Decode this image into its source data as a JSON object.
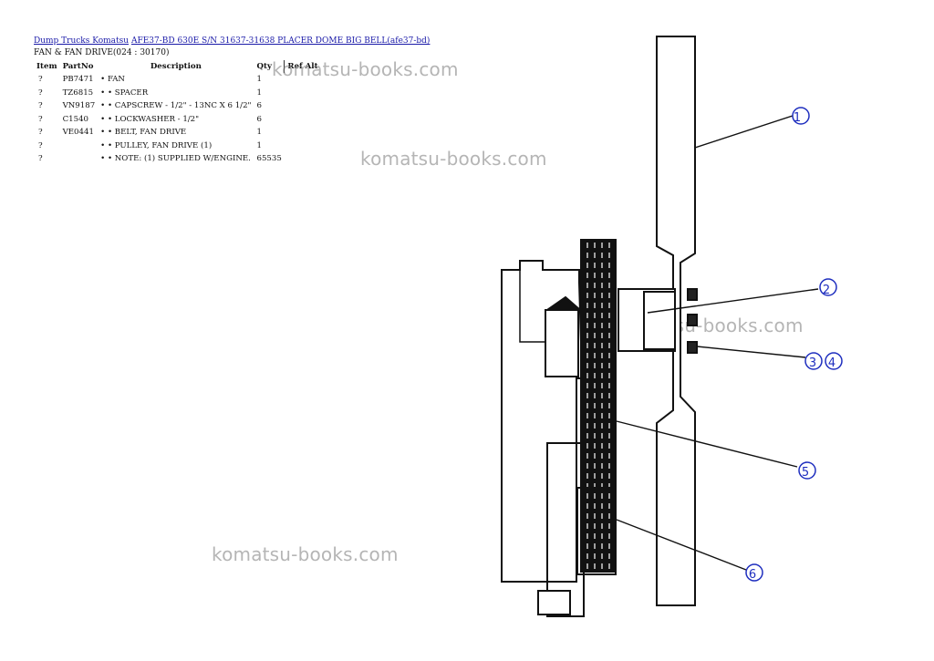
{
  "breadcrumb": {
    "link1": "Dump Trucks Komatsu",
    "link2": "AFE37-BD 630E S/N 31637-31638 PLACER DOME BIG BELL(afe37-bd)"
  },
  "subtitle": "FAN & FAN DRIVE(024 : 30170)",
  "table": {
    "headers": {
      "item": "Item",
      "part": "PartNo",
      "desc": "Description",
      "qty": "Qty",
      "ref": "Ref Alt"
    },
    "rows": [
      {
        "item": "?",
        "part": "PB7471",
        "desc": "• FAN",
        "qty": "1"
      },
      {
        "item": "?",
        "part": "TZ6815",
        "desc": "• • SPACER",
        "qty": "1"
      },
      {
        "item": "?",
        "part": "VN9187",
        "desc": "• • CAPSCREW - 1/2\" - 13NC X 6 1/2\"",
        "qty": "6"
      },
      {
        "item": "?",
        "part": "C1540",
        "desc": "• • LOCKWASHER - 1/2\"",
        "qty": "6"
      },
      {
        "item": "?",
        "part": "VE0441",
        "desc": "• • BELT, FAN DRIVE",
        "qty": "1"
      },
      {
        "item": "?",
        "part": "",
        "desc": "• • PULLEY, FAN DRIVE (1)",
        "qty": "1"
      },
      {
        "item": "?",
        "part": "",
        "desc": "• • NOTE: (1) SUPPLIED W/ENGINE.",
        "qty": "65535"
      }
    ]
  },
  "watermark": "komatsu-books.com",
  "callouts": [
    "1",
    "2",
    "3",
    "4",
    "5",
    "6"
  ],
  "colors": {
    "link": "#1a1aa8",
    "callout": "#1f2fbf"
  }
}
